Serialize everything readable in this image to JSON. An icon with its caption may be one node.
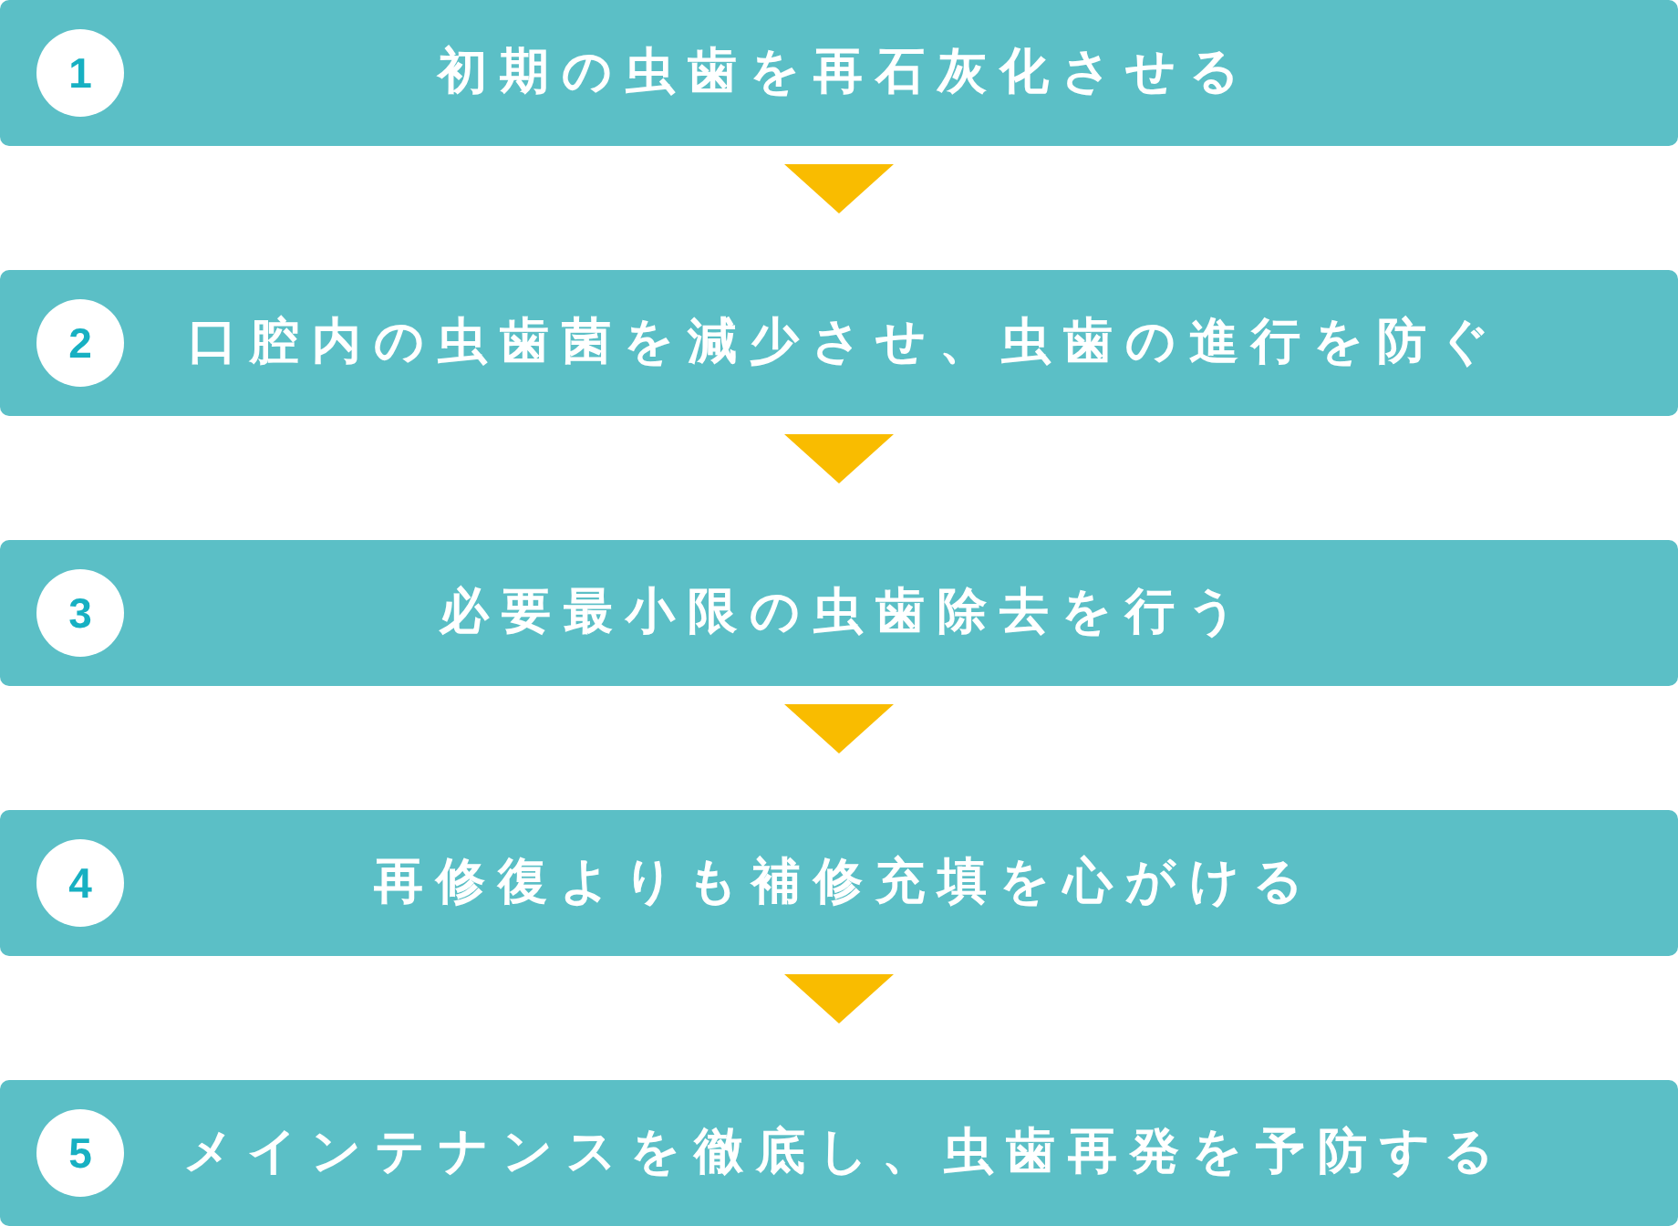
{
  "diagram": {
    "nodes": [
      {
        "text": [
          "初期の虫歯を再石灰化させる"
        ]
      },
      {
        "text": [
          "1"
        ],
        "in": 0
      },
      {
        "text": [
          "口腔内の虫歯菌を減少させ、虫歯の進行を防ぐ"
        ]
      },
      {
        "text": [
          "2"
        ],
        "in": 2
      },
      {
        "text": [
          "必要最小限の虫歯除去を行う"
        ]
      },
      {
        "text": [
          "3"
        ],
        "in": 4
      },
      {
        "text": [
          "再修復よりも補修充填を心がける"
        ]
      },
      {
        "text": [
          "4"
        ],
        "in": 6
      },
      {
        "text": [
          "メインテナンスを徹底し、虫歯再発を予防する"
        ]
      },
      {
        "text": [
          "5"
        ],
        "in": 8
      }
    ],
    "edges": [
      {
        "from": 0,
        "to": 2,
        "arrow": "to"
      },
      {
        "from": 2,
        "to": 4,
        "arrow": "to"
      },
      {
        "from": 4,
        "to": 6,
        "arrow": "to"
      },
      {
        "from": 6,
        "to": 8,
        "arrow": "to"
      }
    ]
  }
}
